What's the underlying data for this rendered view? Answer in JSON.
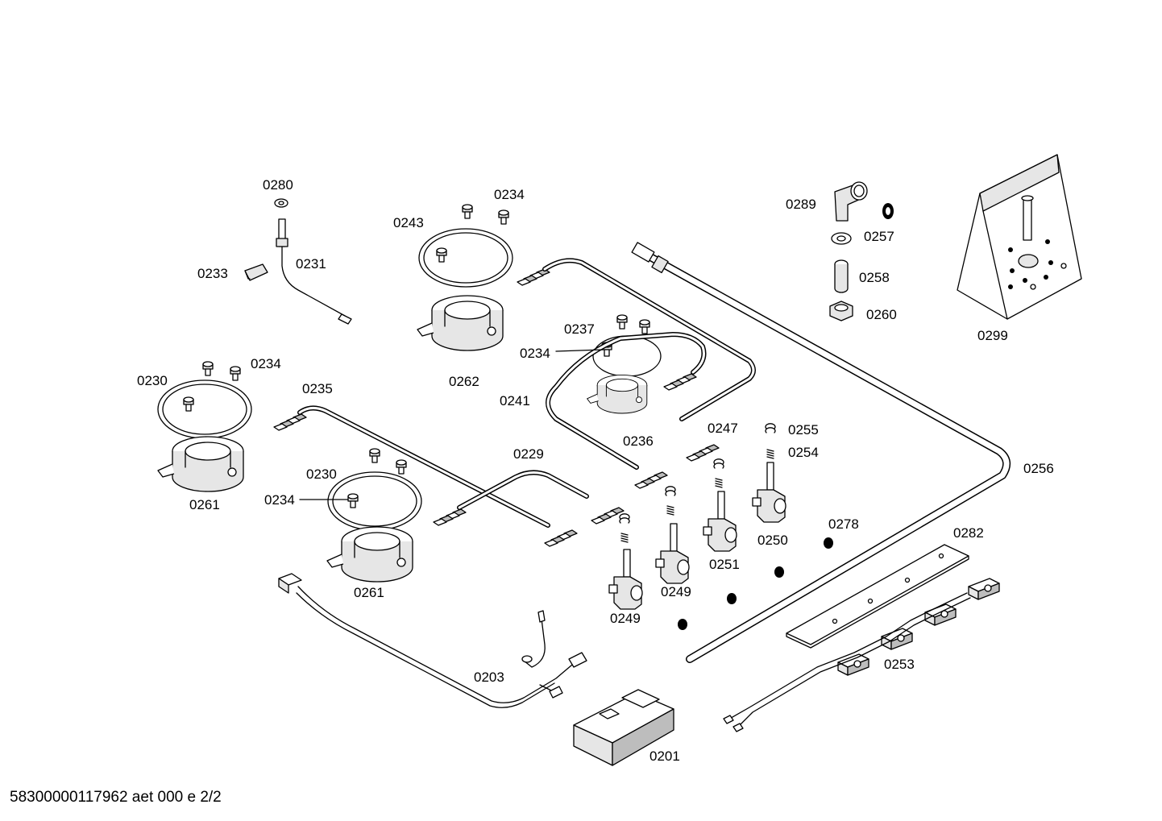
{
  "document": {
    "footer_code": "58300000117962 aet 000 e 2/2"
  },
  "labels": {
    "l_0280": "0280",
    "l_0231": "0231",
    "l_0233": "0233",
    "l_0243": "0243",
    "l_0234_a": "0234",
    "l_0262": "0262",
    "l_0237": "0237",
    "l_0234_b": "0234",
    "l_0241": "0241",
    "l_0236": "0236",
    "l_0230_a": "0230",
    "l_0234_c": "0234",
    "l_0235": "0235",
    "l_0261_a": "0261",
    "l_0230_b": "0230",
    "l_0234_d": "0234",
    "l_0261_b": "0261",
    "l_0229": "0229",
    "l_0247": "0247",
    "l_0255": "0255",
    "l_0254": "0254",
    "l_0250": "0250",
    "l_0251": "0251",
    "l_0249_a": "0249",
    "l_0249_b": "0249",
    "l_0278": "0278",
    "l_0256": "0256",
    "l_0282": "0282",
    "l_0253": "0253",
    "l_0203": "0203",
    "l_0201": "0201",
    "l_0289": "0289",
    "l_0257": "0257",
    "l_0258": "0258",
    "l_0260": "0260",
    "l_0299": "0299"
  }
}
